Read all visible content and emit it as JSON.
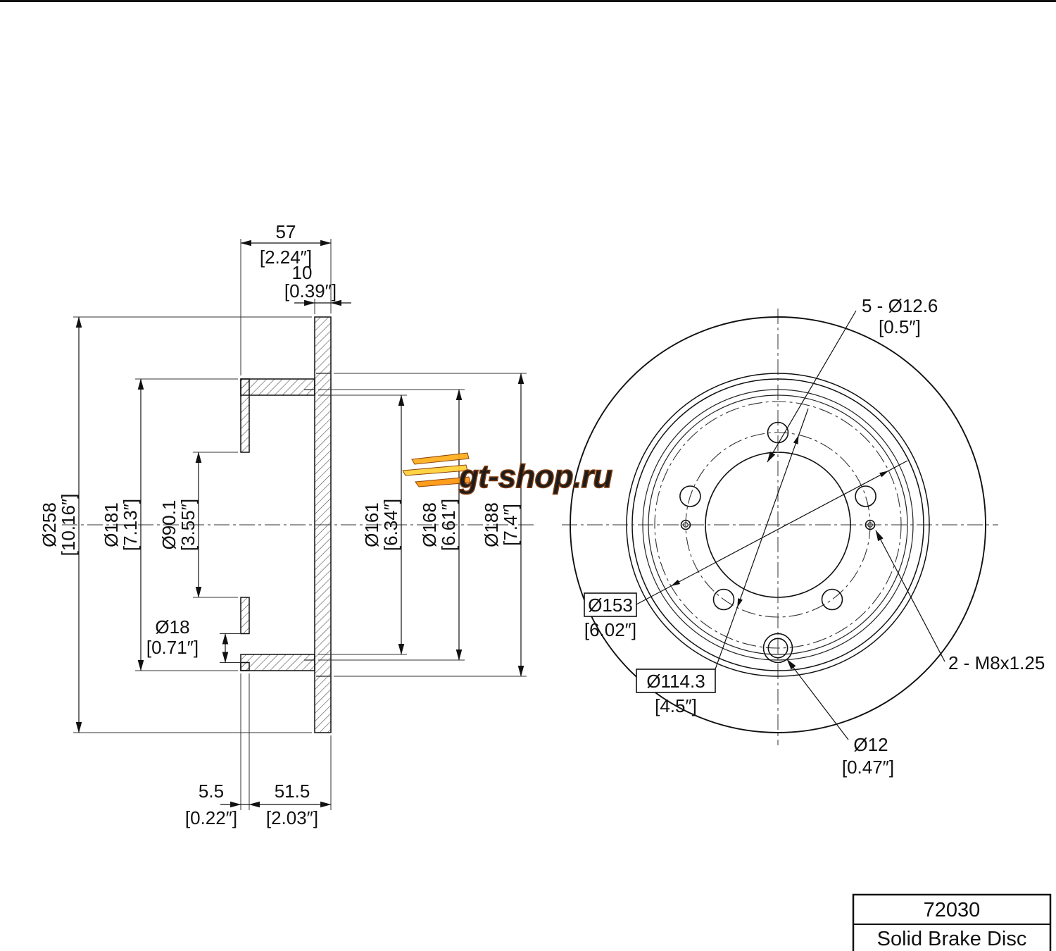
{
  "watermark": {
    "text": "gt-shop.ru"
  },
  "title_block": {
    "part_number": "72030",
    "description": "Solid Brake Disc"
  },
  "section_view": {
    "overall_width": {
      "mm": "57",
      "inch": "[2.24″]"
    },
    "plate_thickness": {
      "mm": "10",
      "inch": "[0.39″]"
    },
    "outer_diameter": {
      "mm": "Ø258",
      "inch": "[10.16″]"
    },
    "hat_diameter": {
      "mm": "Ø181",
      "inch": "[7.13″]"
    },
    "center_bore": {
      "mm": "Ø90.1",
      "inch": "[3.55″]"
    },
    "hole_18": {
      "mm": "Ø18",
      "inch": "[0.71″]"
    },
    "dia_161": {
      "mm": "Ø161",
      "inch": "[6.34″]"
    },
    "dia_168": {
      "mm": "Ø168",
      "inch": "[6.61″]"
    },
    "dia_188": {
      "mm": "Ø188",
      "inch": "[7.4″]"
    },
    "flange_thickness": {
      "mm": "5.5",
      "inch": "[0.22″]"
    },
    "hat_depth": {
      "mm": "51.5",
      "inch": "[2.03″]"
    }
  },
  "front_view": {
    "stud_holes": {
      "label": "5 - Ø12.6",
      "inch": "[0.5″]"
    },
    "dia_153": {
      "mm": "Ø153",
      "inch": "[6.02″]"
    },
    "bolt_circle": {
      "mm": "Ø114.3",
      "inch": "[4.5″]"
    },
    "pin_hole": {
      "mm": "Ø12",
      "inch": "[0.47″]"
    },
    "thread_holes": {
      "label": "2 - M8x1.25"
    }
  }
}
